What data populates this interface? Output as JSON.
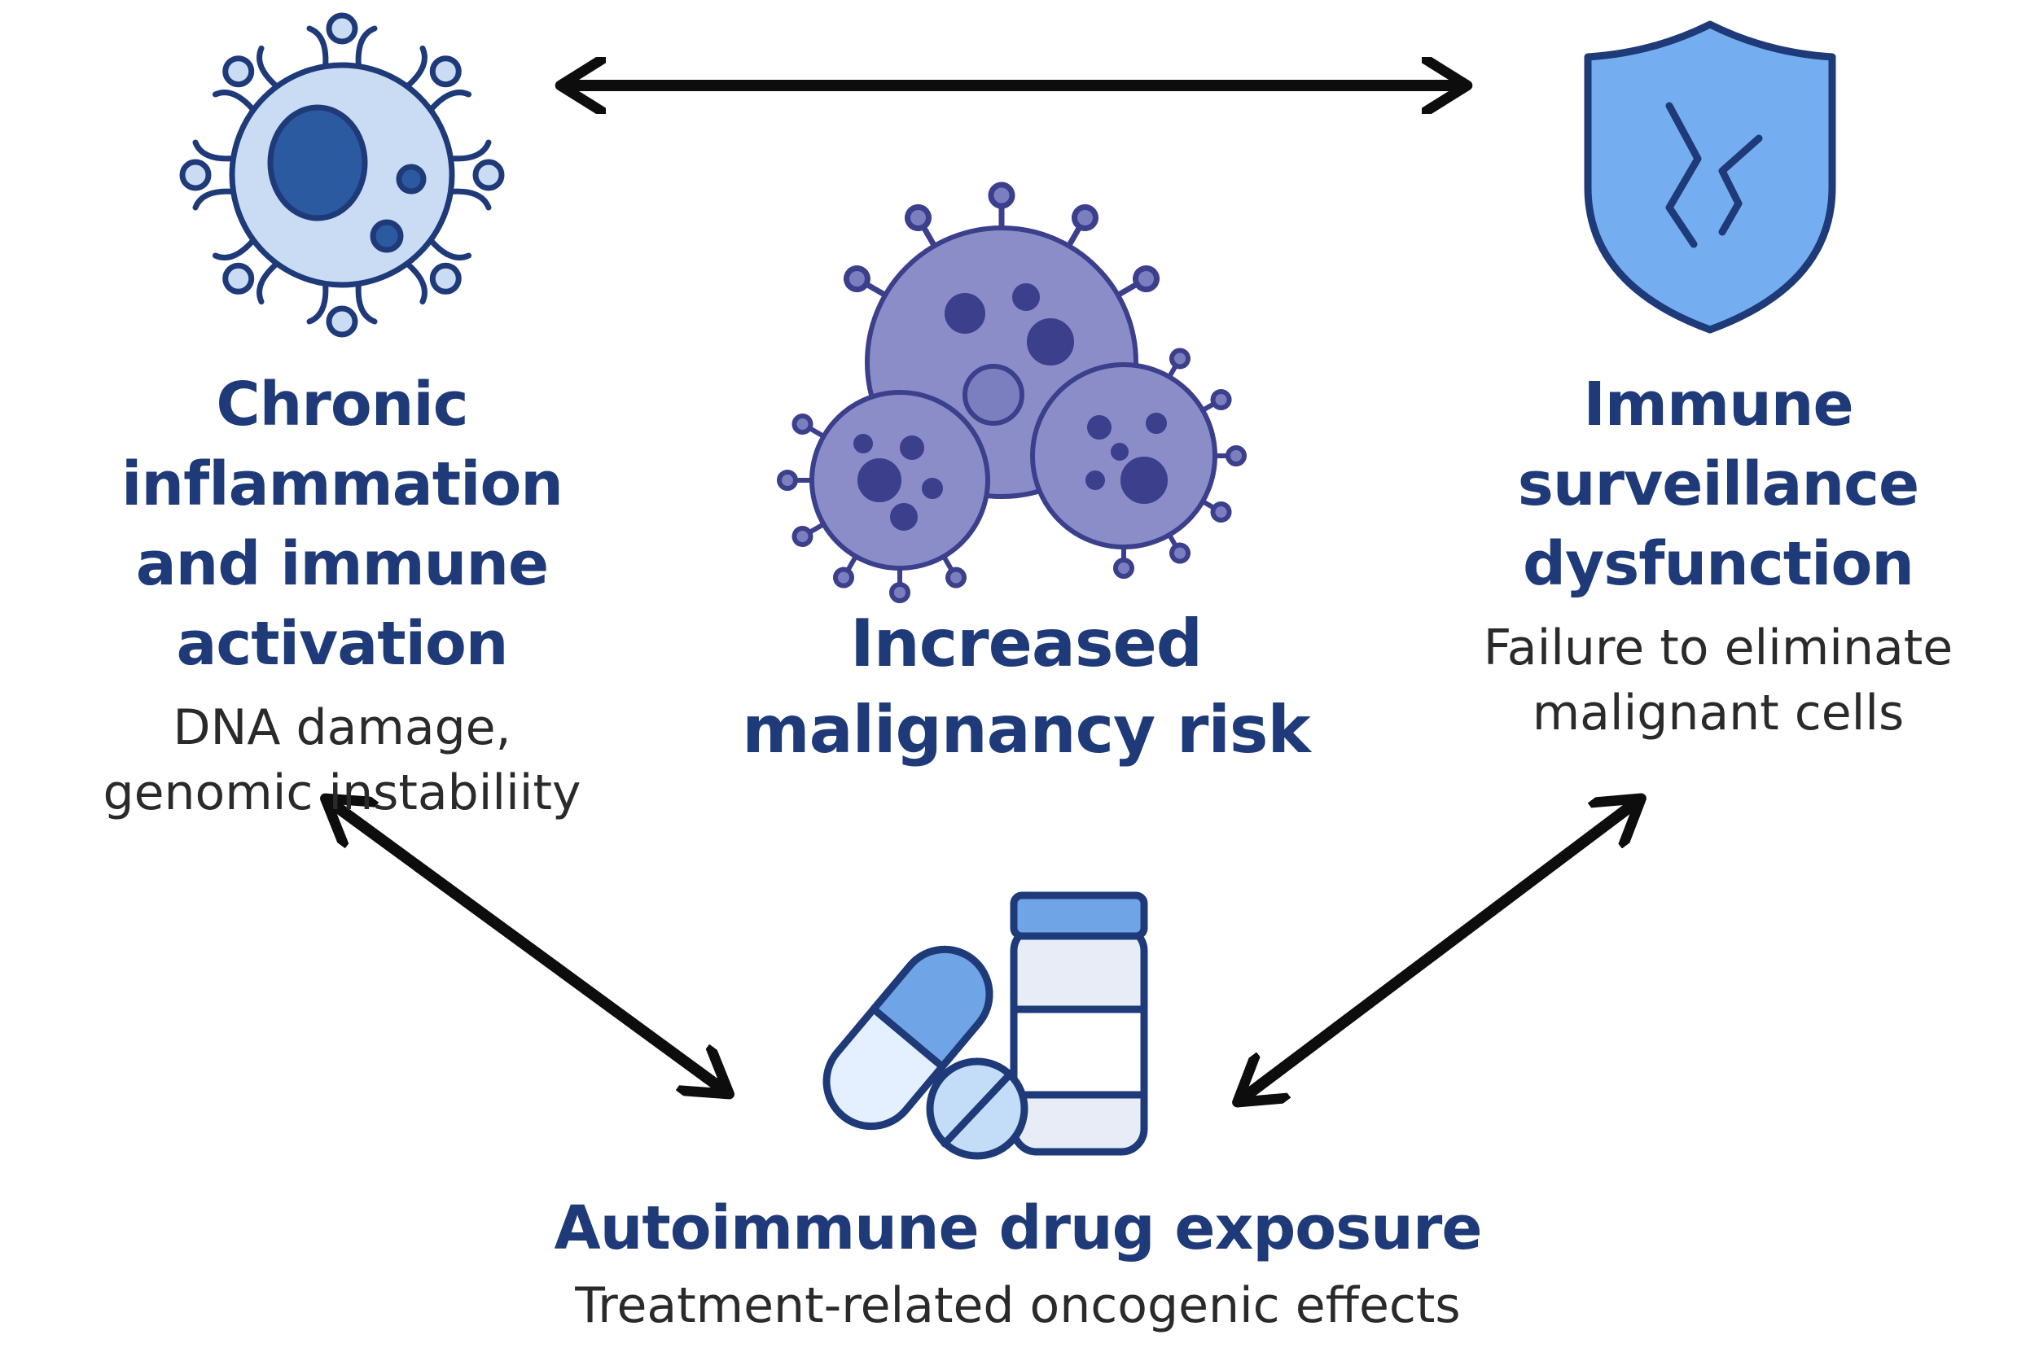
{
  "nodes": {
    "inflammation": {
      "title_line1": "Chronic inflammation",
      "title_line2": "and immune activation",
      "sub_line1": "DNA damage,",
      "sub_line2": "genomic instabiliity",
      "icon": "immune-cell-icon"
    },
    "surveillance": {
      "title_line1": "Immune surveillance",
      "title_line2": "dysfunction",
      "sub_line1": "Failure to eliminate",
      "sub_line2": "malignant cells",
      "icon": "cracked-shield-icon"
    },
    "center": {
      "title_line1": "Increased",
      "title_line2": "malignancy risk",
      "icon": "cancer-cells-icon"
    },
    "drug": {
      "title": "Autoimmune drug exposure",
      "sub": "Treatment-related oncogenic effects",
      "icon": "pills-and-bottle-icon"
    }
  },
  "colors": {
    "title": "#1f3a78",
    "icon_outline": "#1f3a78",
    "cell_fill": "#c9dcf3",
    "shield_fill": "#75aef0",
    "cancer_fill": "#7c7fbf",
    "arrow": "#0d0d0d"
  }
}
